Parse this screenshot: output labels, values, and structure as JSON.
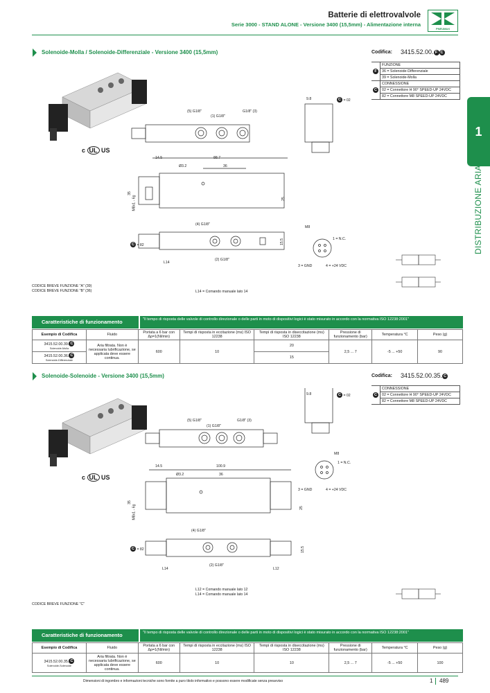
{
  "header": {
    "title": "Batterie di elettrovalvole",
    "subtitle": "Serie 3000 - STAND ALONE - Versione 3400 (15,5mm) - Alimentazione interna",
    "logo_text": "PNEUMAX"
  },
  "side_tab": {
    "number": "1",
    "text": "DISTRIBUZIONE ARIA"
  },
  "section1": {
    "title": "Solenoide-Molla / Solenoide-Differenziale - Versione 3400 (15,5mm)",
    "codifica_label": "Codifica:",
    "codifica_value": "3415.52.00.",
    "marker_f": "F",
    "marker_c": "C",
    "options": {
      "funzione_header": "FUNZIONE",
      "funzione_items": [
        "36 = Solenoide-Differenziale",
        "39 = Solenoide-Molla"
      ],
      "connessione_header": "CONNESSIONE",
      "connessione_items": [
        "02 = Connettore H 90° SPEED-UP 24VDC",
        "82 = Connettore M8 SPEED-UP 24VDC"
      ]
    },
    "codes": [
      "CODICE BREVE FUNZIONE \"A\" (39)",
      "CODICE BREVE FUNZIONE \"B\" (36)"
    ],
    "comment": "L14 = Comando manuale lato 14",
    "dims": {
      "d1": "14.5",
      "d2": "88.7",
      "d3": "36",
      "dia": "Ø3.2",
      "h35": "35",
      "m8": "M8x1 - 6g",
      "h25": "25",
      "h155": "15.5",
      "c02": "= 02",
      "c82": "= 82",
      "w98": "9.8",
      "p5": "5",
      "p1": "1",
      "p3": "3",
      "p4": "4",
      "p2": "2",
      "g18": "G1/8\"",
      "l14": "L14",
      "m8c": "M8",
      "pin1": "1 = N.C.",
      "pin3": "3 = GND",
      "pin4": "4 = +24 VDC",
      "ul_c": "c",
      "ul_us": "US"
    }
  },
  "table1": {
    "header_left": "Caratteristiche di funzionamento",
    "header_right": "\"Il tempo di risposta delle valvole di controllo direzionale o delle parti in moto di dispositivi logici è stato misurato in accordo con la normativa ISO 12238:2001\"",
    "columns": [
      "Esempio di Codifica",
      "Fluido",
      "Portata a 6 bar con Δp=1(Nl/min)",
      "Tempi di risposta in eccitazione (ms) ISO 12238",
      "Tempi di risposta in diseccitazione (ms) ISO 12238",
      "Pressione di funzionamento (bar)",
      "Temperatura °C",
      "Peso (g)"
    ],
    "rows": [
      {
        "code": "3415.52.00.39.",
        "sub": "Solenoide-Molla",
        "disecc": "20"
      },
      {
        "code": "3415.52.00.36.",
        "sub": "Solenoide-Differenziale",
        "disecc": "15"
      }
    ],
    "fluido": "Aria filtrata. Non è necessaria lubrificazione, se applicata deve essere continua.",
    "portata": "600",
    "eccitazione": "10",
    "pressione": "2,5 ... 7",
    "temperatura": "-5 ... +50",
    "peso": "90"
  },
  "section2": {
    "title": "Solenoide-Solenoide - Versione 3400 (15,5mm)",
    "codifica_label": "Codifica:",
    "codifica_value": "3415.52.00.35.",
    "marker_c": "C",
    "options": {
      "connessione_header": "CONNESSIONE",
      "connessione_items": [
        "02 = Connettore H 90° SPEED-UP 24VDC",
        "82 = Connettore M8 SPEED-UP 24VDC"
      ]
    },
    "codes": [
      "CODICE BREVE FUNZIONE \"C\""
    ],
    "comments": [
      "L12 = Comando manuale lato 12",
      "L14 = Comando manuale lato 14"
    ],
    "dims": {
      "d1": "14.5",
      "d2": "100.9",
      "d3": "36",
      "dia": "Ø3.2",
      "h35": "35",
      "m8": "M8x1 - 6g",
      "h25": "25",
      "h155": "15.5",
      "c02": "= 02",
      "c82": "= 82",
      "w98": "9.8",
      "l14": "L14",
      "l12": "L12",
      "m8c": "M8",
      "pin1": "1 = N.C.",
      "pin3": "3 = GND",
      "pin4": "4 = +24 VDC"
    }
  },
  "table2": {
    "header_left": "Caratteristiche di funzionamento",
    "header_right": "\"Il tempo di risposta delle valvole di controllo direzionale o delle parti in moto di dispositivi logici è stato misurato in accordo con la normativa ISO 12238:2001\"",
    "columns": [
      "Esempio di Codifica",
      "Fluido",
      "Portata a 6 bar con Δp=1(Nl/min)",
      "Tempi di risposta in eccitazione (ms) ISO 12238",
      "Tempi di risposta in diseccitazione (ms) ISO 12238",
      "Pressione di funzionamento (bar)",
      "Temperatura °C",
      "Peso (g)"
    ],
    "row": {
      "code": "3415.52.00.35.",
      "sub": "Solenoide-Solenoide"
    },
    "fluido": "Aria filtrata. Non è necessaria lubrificazione, se applicata deve essere continua.",
    "portata": "600",
    "eccitazione": "10",
    "disecc": "10",
    "pressione": "2,5 ... 7",
    "temperatura": "-5 ... +50",
    "peso": "100"
  },
  "footer": {
    "text": "Dimensioni di ingombro e informazioni tecniche sono fornite a puro titolo informativo e possono essere modificate senza preavviso",
    "chapter": "1",
    "page": "489"
  },
  "colors": {
    "accent": "#1e8f4c"
  }
}
